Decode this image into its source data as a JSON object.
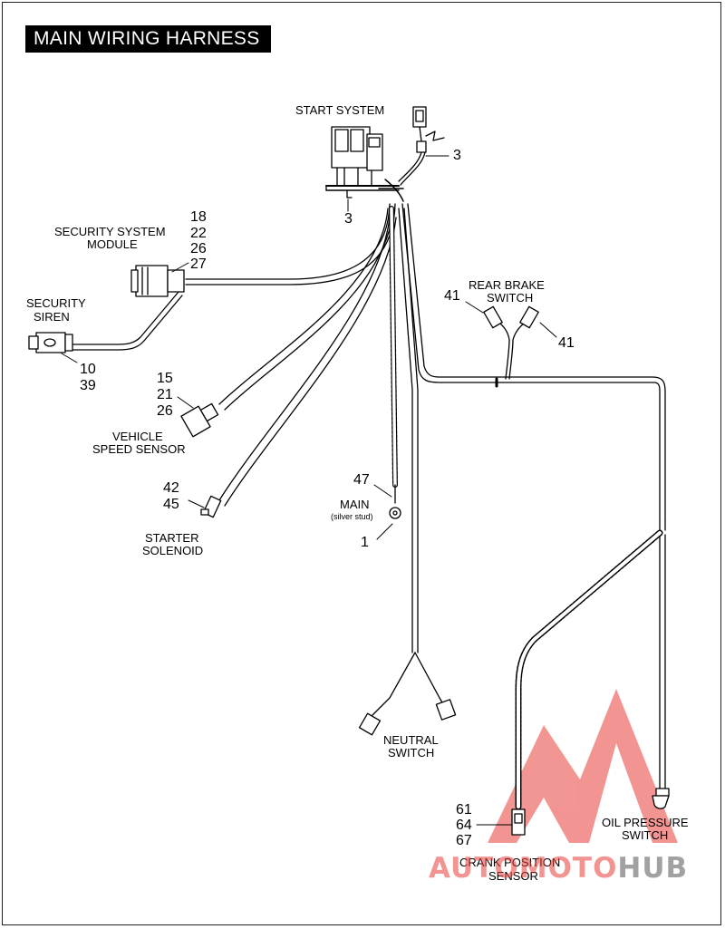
{
  "title": "MAIN WIRING HARNESS",
  "labels": {
    "start_system": "START SYSTEM",
    "security_module_line1": "SECURITY SYSTEM",
    "security_module_line2": "MODULE",
    "security_siren_line1": "SECURITY",
    "security_siren_line2": "SIREN",
    "vehicle_speed_line1": "VEHICLE",
    "vehicle_speed_line2": "SPEED SENSOR",
    "starter_solenoid_line1": "STARTER",
    "starter_solenoid_line2": "SOLENOID",
    "main_line1": "MAIN",
    "main_line2": "(silver stud)",
    "neutral_line1": "NEUTRAL",
    "neutral_line2": "SWITCH",
    "rear_brake_line1": "REAR BRAKE",
    "rear_brake_line2": "SWITCH",
    "oil_pressure_line1": "OIL PRESSURE",
    "oil_pressure_line2": "SWITCH",
    "crank_line1": "CRANK POSITION",
    "crank_line2": "SENSOR"
  },
  "refs": {
    "start_right": "3",
    "start_bottom": "3",
    "security_module": [
      "18",
      "22",
      "26",
      "27"
    ],
    "security_siren": [
      "10",
      "39"
    ],
    "vehicle_speed": [
      "15",
      "21",
      "26"
    ],
    "starter_solenoid": [
      "42",
      "45"
    ],
    "main_top": "47",
    "main_bottom": "1",
    "rear_brake_left": "41",
    "rear_brake_right": "41",
    "crank_position": [
      "61",
      "64",
      "67"
    ]
  },
  "watermark": {
    "part1": "AUTO",
    "part2": "MOTO",
    "part3": "HUB",
    "color_red": "#e8403a",
    "color_gray": "#7a7a7a"
  }
}
